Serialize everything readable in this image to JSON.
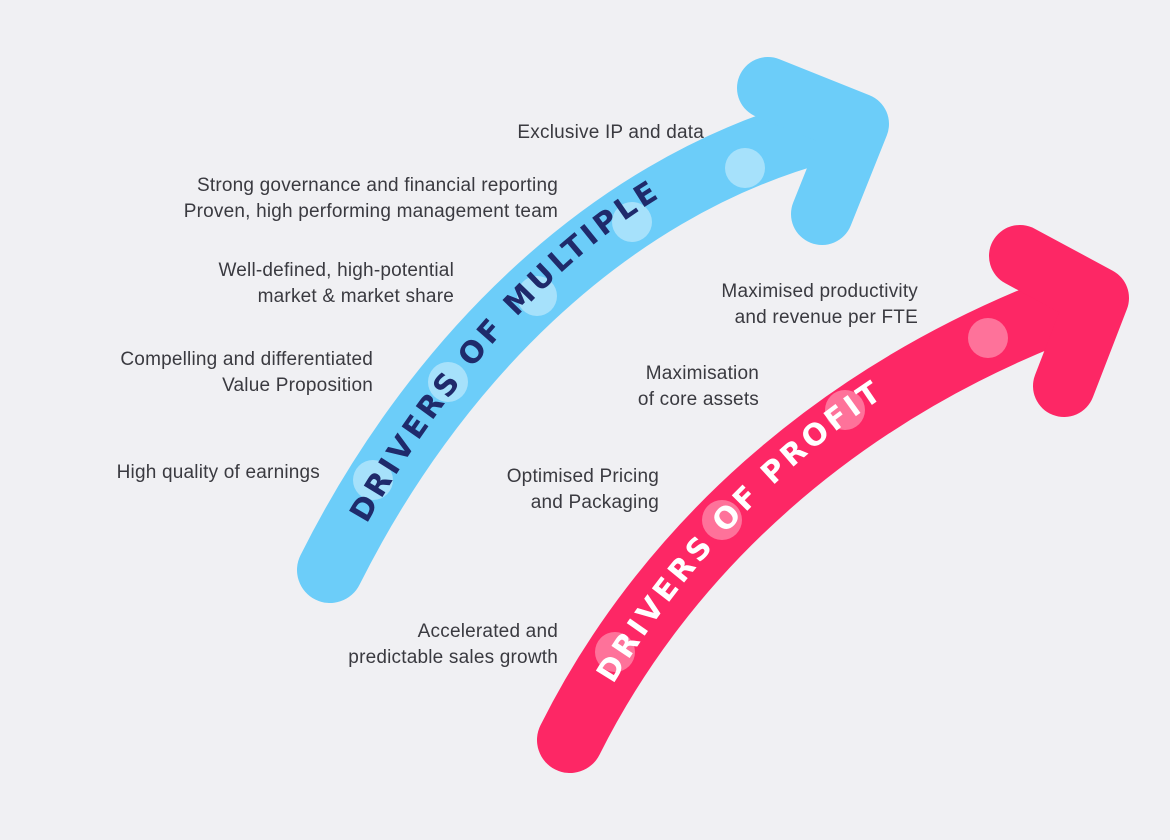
{
  "multiple": {
    "title": "DRIVERS OF MULTIPLE",
    "color": "#6ccdf9",
    "text_color": "#1f2a6b",
    "items": [
      {
        "lines": [
          "Exclusive IP and data"
        ]
      },
      {
        "lines": [
          "Strong governance and financial reporting",
          "Proven, high performing management team"
        ]
      },
      {
        "lines": [
          "Well-defined, high-potential",
          "market & market share"
        ]
      },
      {
        "lines": [
          "Compelling and differentiated",
          "Value Proposition"
        ]
      },
      {
        "lines": [
          "High quality of earnings"
        ]
      }
    ]
  },
  "profit": {
    "title": "DRIVERS OF PROFIT",
    "color": "#fd2765",
    "text_color": "#ffffff",
    "items": [
      {
        "lines": [
          "Maximised productivity",
          "and revenue per FTE"
        ]
      },
      {
        "lines": [
          "Maximisation",
          "of core assets"
        ]
      },
      {
        "lines": [
          "Optimised Pricing",
          "and Packaging"
        ]
      },
      {
        "lines": [
          "Accelerated and",
          "predictable sales growth"
        ]
      }
    ]
  }
}
